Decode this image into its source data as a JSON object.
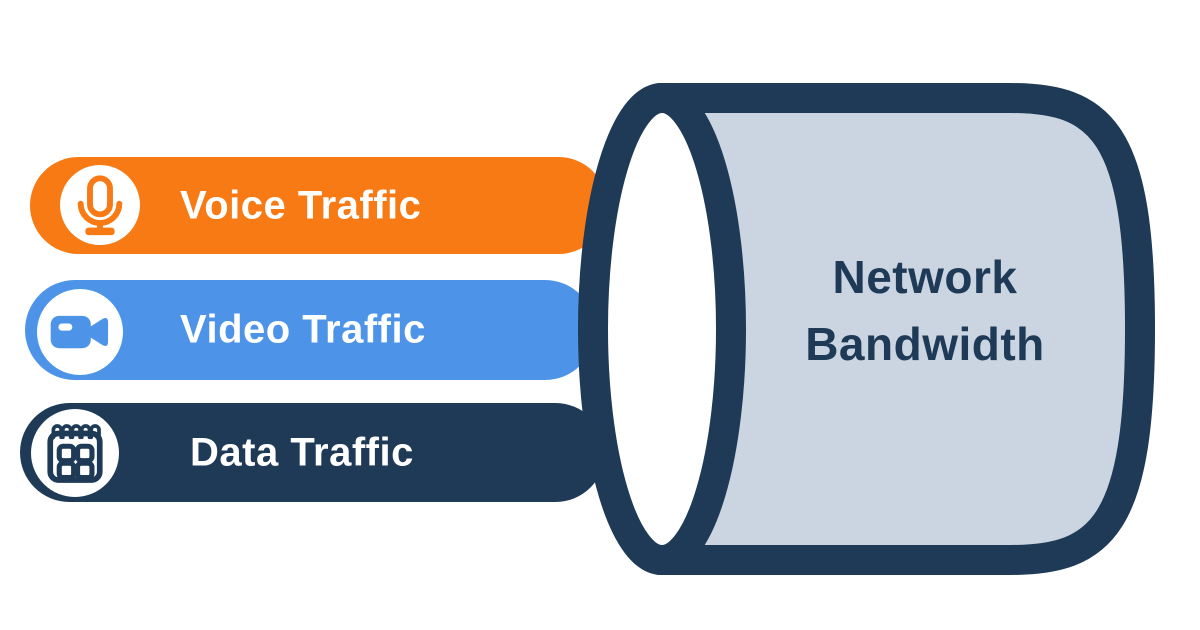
{
  "background_color": "#FFFFFF",
  "colors": {
    "orange": "#F87A15",
    "blue": "#4D94E8",
    "navy": "#1E3A56",
    "pipe_body": "#CBD4E1",
    "white": "#FFFFFF"
  },
  "pills": [
    {
      "label": "Voice Traffic",
      "icon": "microphone-icon",
      "color": "#F87A15"
    },
    {
      "label": "Video Traffic",
      "icon": "video-camera-icon",
      "color": "#4D94E8"
    },
    {
      "label": "Data Traffic",
      "icon": "calendar-icon",
      "color": "#1E3A56"
    }
  ],
  "pipe": {
    "label_line1": "Network",
    "label_line2": "Bandwidth",
    "body_color": "#CBD4E1",
    "outline_color": "#1E3A56",
    "opening_color": "#FFFFFF",
    "text_color": "#1E3A56"
  }
}
